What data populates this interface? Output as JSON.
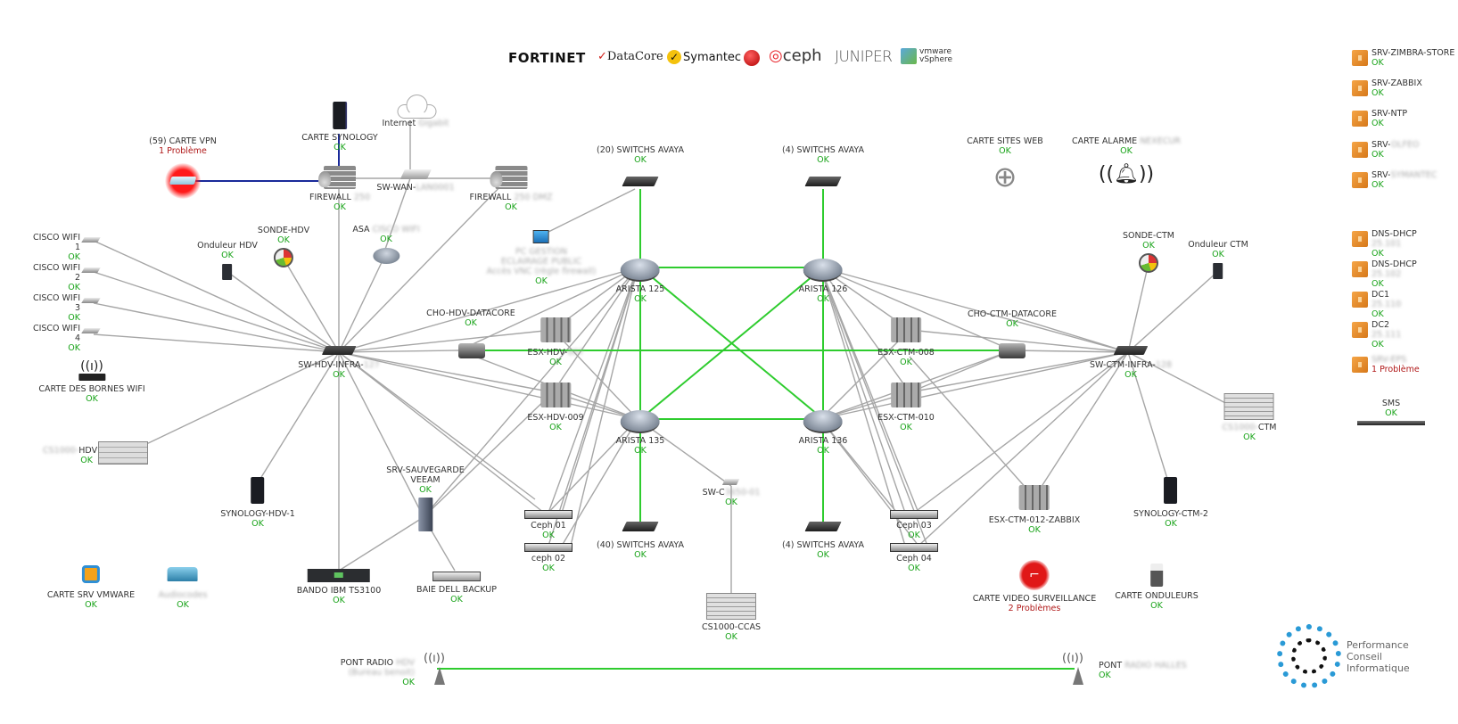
{
  "logos": [
    "FORTINET",
    "DataCore",
    "Symantec",
    "ceph",
    "JUNIPER",
    "vmware vSphere"
  ],
  "status_colors": {
    "ok": "#19a319",
    "problem": "#b01818",
    "core_link": "#2ecc2e",
    "vpn_link": "#1a2a9a",
    "link": "#999999"
  },
  "nodes": {
    "carte_vpn": {
      "label": "(59) CARTE VPN",
      "status": "1 Problème"
    },
    "carte_synology": {
      "label": "CARTE SYNOLOGY",
      "status": "OK"
    },
    "internet": {
      "label": "Internet",
      "hidden": "Gigabit"
    },
    "firewall_1": {
      "label": "FIREWALL",
      "hidden": "250",
      "status": "OK"
    },
    "sw_wan": {
      "label": "SW-WAN-",
      "hidden": "LAN0001"
    },
    "firewall_2": {
      "label": "FIREWALL",
      "hidden": "250 DMZ",
      "status": "OK"
    },
    "asa": {
      "label": "ASA",
      "hidden": "CISCO WIFI",
      "status": "OK"
    },
    "sonde_hdv": {
      "label": "SONDE-HDV",
      "status": "OK"
    },
    "onduleur_hdv": {
      "label": "Onduleur HDV",
      "status": "OK"
    },
    "cisco_wifi_1": {
      "label": "CISCO WIFI 1",
      "status": "OK"
    },
    "cisco_wifi_2": {
      "label": "CISCO WIFI 2",
      "status": "OK"
    },
    "cisco_wifi_3": {
      "label": "CISCO WIFI 3",
      "status": "OK"
    },
    "cisco_wifi_4": {
      "label": "CISCO WIFI 4",
      "status": "OK"
    },
    "carte_bornes_wifi": {
      "label": "CARTE DES BORNES WIFI",
      "status": "OK"
    },
    "cs_hdv": {
      "label": "HDV",
      "hidden": "CS1000-",
      "status": "OK"
    },
    "sw_hdv_infra": {
      "label": "SW-HDV-INFRA-",
      "hidden": "127",
      "status": "OK"
    },
    "synology_hdv_1": {
      "label": "SYNOLOGY-HDV-1",
      "status": "OK"
    },
    "srv_sauvegarde": {
      "label": "SRV-SAUVEGARDE",
      "label2": "VEEAM",
      "status": "OK"
    },
    "bando_ibm": {
      "label": "BANDO IBM TS3100",
      "status": "OK"
    },
    "baie_dell": {
      "label": "BAIE DELL BACKUP",
      "status": "OK"
    },
    "carte_srv_vmware": {
      "label": "CARTE SRV VMWARE",
      "status": "OK"
    },
    "audiocodes": {
      "hidden": "Audiocodes",
      "status": "OK"
    },
    "pc_gestion": {
      "hidden1": "PC GESTION",
      "hidden2": "ECLAIRAGE PUBLIC",
      "hidden3": "Accès VNC (règle firewall)",
      "status": "OK"
    },
    "switchs_avaya_20": {
      "label": "(20) SWITCHS AVAYA",
      "status": "OK"
    },
    "switchs_avaya_4a": {
      "label": "(4) SWITCHS AVAYA",
      "status": "OK"
    },
    "switchs_avaya_40": {
      "label": "(40) SWITCHS AVAYA",
      "status": "OK"
    },
    "switchs_avaya_4b": {
      "label": "(4) SWITCHS AVAYA",
      "status": "OK"
    },
    "arista_125": {
      "label": "ARISTA 125",
      "status": "OK"
    },
    "arista_126": {
      "label": "ARISTA 126",
      "status": "OK"
    },
    "arista_135": {
      "label": "ARISTA 135",
      "status": "OK"
    },
    "arista_136": {
      "label": "ARISTA 136",
      "status": "OK"
    },
    "cho_hdv_datacore": {
      "label": "CHO-HDV-DATACORE",
      "status": "OK"
    },
    "cho_ctm_datacore": {
      "label": "CHO-CTM-DATACORE",
      "status": "OK"
    },
    "esx_hdv_007": {
      "label": "ESX-HDV-",
      "hidden": "007",
      "status": "OK"
    },
    "esx_hdv_009": {
      "label": "ESX-HDV-009",
      "status": "OK"
    },
    "esx_ctm_008": {
      "label": "ESX-CTM-008",
      "status": "OK"
    },
    "esx_ctm_010": {
      "label": "ESX-CTM-010",
      "status": "OK"
    },
    "esx_ctm_012": {
      "label": "ESX-CTM-012-ZABBIX",
      "status": "OK"
    },
    "ceph_01": {
      "label": "Ceph 01",
      "status": "OK"
    },
    "ceph_02": {
      "label": "ceph 02",
      "status": "OK"
    },
    "ceph_03": {
      "label": "Ceph 03",
      "status": "OK"
    },
    "ceph_04": {
      "label": "Ceph 04",
      "status": "OK"
    },
    "sw_c": {
      "label": "SW-C",
      "hidden": "3650-01",
      "status": "OK"
    },
    "cs1000_ccas": {
      "label": "CS1000-CCAS",
      "status": "OK"
    },
    "carte_sites_web": {
      "label": "CARTE SITES WEB",
      "status": "OK"
    },
    "carte_alarme": {
      "label": "CARTE ALARME",
      "hidden": "NEXECUR",
      "status": "OK"
    },
    "sonde_ctm": {
      "label": "SONDE-CTM",
      "status": "OK"
    },
    "onduleur_ctm": {
      "label": "Onduleur CTM",
      "status": "OK"
    },
    "sw_ctm_infra": {
      "label": "SW-CTM-INFRA-",
      "hidden": "128",
      "status": "OK"
    },
    "cs_ctm": {
      "label": "CTM",
      "hidden": "CS1000-",
      "status": "OK"
    },
    "synology_ctm_2": {
      "label": "SYNOLOGY-CTM-2",
      "status": "OK"
    },
    "carte_video": {
      "label": "CARTE VIDEO SURVEILLANCE",
      "status": "2 Problèmes"
    },
    "carte_onduleurs": {
      "label": "CARTE ONDULEURS",
      "status": "OK"
    },
    "sms": {
      "label": "SMS",
      "status": "OK"
    },
    "pont_radio_hdv": {
      "label": "PONT RADIO",
      "hidden": "HDV",
      "hidden2": "(Bureau benoit)",
      "status": "OK"
    },
    "pont_radio_halles": {
      "label": "PONT",
      "hidden": "RADIO HALLES",
      "status": "OK"
    }
  },
  "servers": [
    {
      "name": "SRV-ZIMBRA-STORE",
      "status": "OK"
    },
    {
      "name": "SRV-ZABBIX",
      "status": "OK"
    },
    {
      "name": "SRV-NTP",
      "status": "OK"
    },
    {
      "name": "SRV-",
      "hidden": "OLFEO",
      "status": "OK"
    },
    {
      "name": "SRV-",
      "hidden": "SYMANTEC",
      "status": "OK"
    },
    {
      "name": "DNS-DHCP",
      "hidden": "25.101",
      "status": "OK"
    },
    {
      "name": "DNS-DHCP",
      "hidden": "25.102",
      "status": "OK"
    },
    {
      "name": "DC1",
      "hidden": "25.110",
      "status": "OK"
    },
    {
      "name": "DC2",
      "hidden": "25.111",
      "status": "OK"
    },
    {
      "name": "",
      "hidden": "SRV-EPS",
      "status": "1 Problème"
    }
  ],
  "company_logo": {
    "line1": "Performance",
    "line2": "Conseil",
    "line3": "Informatique"
  }
}
